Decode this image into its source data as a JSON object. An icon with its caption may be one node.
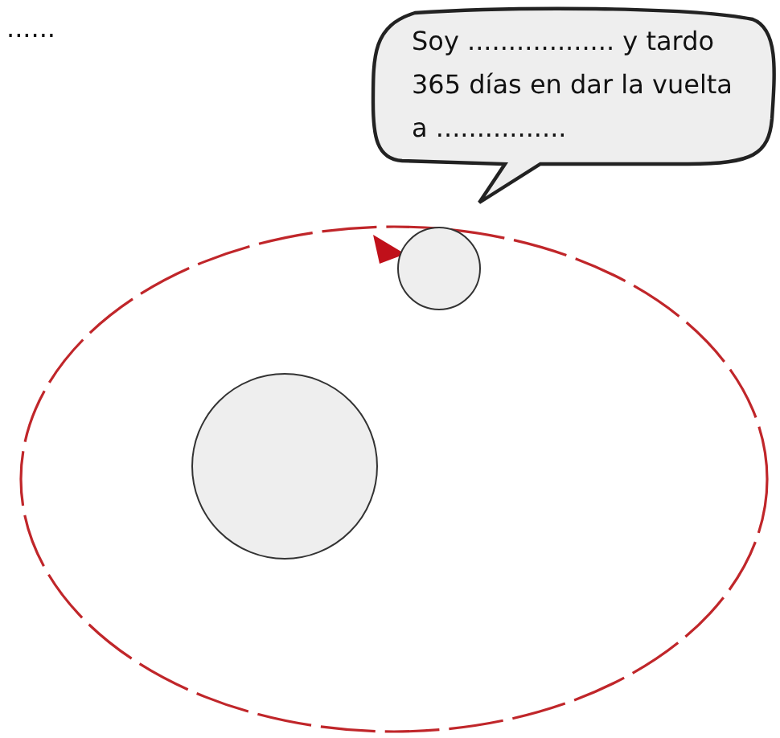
{
  "diagram": {
    "nodes": [
      {
        "text": [
          "Soy .................. y tardo 365 días en dar la vuelta a ................"
        ]
      },
      {
        "text": [],
        "shape": "circle"
      },
      {
        "text": [],
        "shape": "circle"
      }
    ],
    "labels": [
      "......"
    ]
  }
}
